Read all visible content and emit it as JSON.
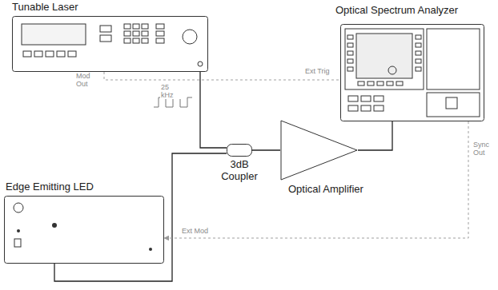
{
  "diagram": {
    "nodes": [
      {
        "text": [
          "Tunable Laser"
        ]
      },
      {
        "text": [
          "Optical Spectrum Analyzer"
        ]
      },
      {
        "text": [
          "Edge Emitting LED"
        ]
      },
      {
        "text": [
          "3dB Coupler"
        ]
      },
      {
        "text": [
          "Optical Amplifier"
        ]
      }
    ],
    "edges": [
      {
        "from": 0,
        "to": 3,
        "arrow": "none"
      },
      {
        "from": 2,
        "to": 3,
        "arrow": "none"
      },
      {
        "from": 3,
        "to": 4,
        "arrow": "none"
      },
      {
        "from": 4,
        "to": 1,
        "arrow": "none"
      },
      {
        "from": 0,
        "to": 1,
        "arrow": "none"
      },
      {
        "from": 1,
        "to": 2,
        "arrow": "to"
      }
    ],
    "labels": [
      "Mod Out",
      "Ext Trig",
      "25 kHz",
      "Sync Out",
      "Ext Mod"
    ]
  }
}
